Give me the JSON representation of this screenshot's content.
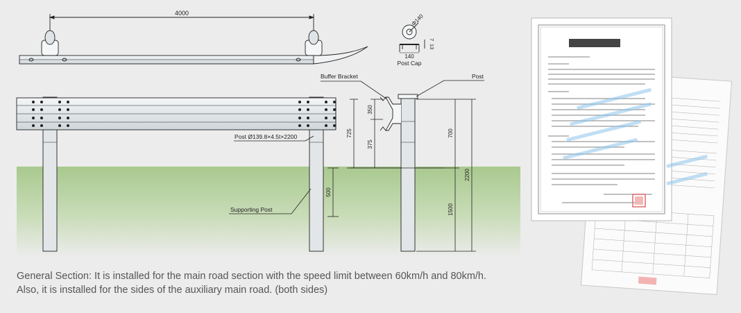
{
  "dimensions": {
    "top_span": "4000",
    "buffer_height": "350",
    "bracket_offset": "375",
    "rail_height": "725",
    "post_above_ground": "700",
    "post_total": "2200",
    "embed_depth": "1500",
    "supporting_embed": "500",
    "cap_diameter": "Φ140",
    "cap_width": "140",
    "cap_h1": "13",
    "cap_h2": "7"
  },
  "labels": {
    "post_cap": "Post Cap",
    "buffer_bracket": "Buffer Bracket",
    "post_right": "Post",
    "post_spec": "Post   Ø139.8×4.5t×2200",
    "supporting_post": "Supporting Post"
  },
  "caption": {
    "line1": "General Section: It is installed for the main road section with the speed limit between 60km/h and 80km/h.",
    "line2": "Also, it is installed for the sides of the auxiliary main road. (both sides)"
  },
  "colors": {
    "background": "#ececec",
    "ground_top": "#a9c98f",
    "ground_bottom": "#e4ecdc",
    "line": "#222222",
    "post_fill": "#e2e6e8",
    "stamp": "#e06a6a",
    "highlight": "#8ec6ee"
  }
}
